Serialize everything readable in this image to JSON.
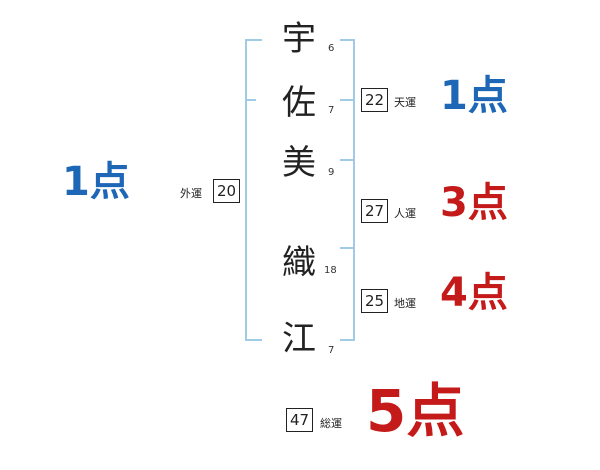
{
  "name_characters": [
    {
      "char": "宇",
      "strokes": "6"
    },
    {
      "char": "佐",
      "strokes": "7"
    },
    {
      "char": "美",
      "strokes": "9"
    },
    {
      "char": "織",
      "strokes": "18"
    },
    {
      "char": "江",
      "strokes": "7"
    }
  ],
  "fortunes": {
    "gaiun": {
      "label": "外運",
      "value": "20",
      "score": "1点"
    },
    "tenun": {
      "label": "天運",
      "value": "22",
      "score": "1点"
    },
    "jinun": {
      "label": "人運",
      "value": "27",
      "score": "3点"
    },
    "chiun": {
      "label": "地運",
      "value": "25",
      "score": "4点"
    },
    "souun": {
      "label": "総運",
      "value": "47",
      "score": "5点"
    }
  },
  "colors": {
    "bracket": "#9fcbe6",
    "score_blue": "#1d67b6",
    "score_red": "#c41a1a"
  }
}
